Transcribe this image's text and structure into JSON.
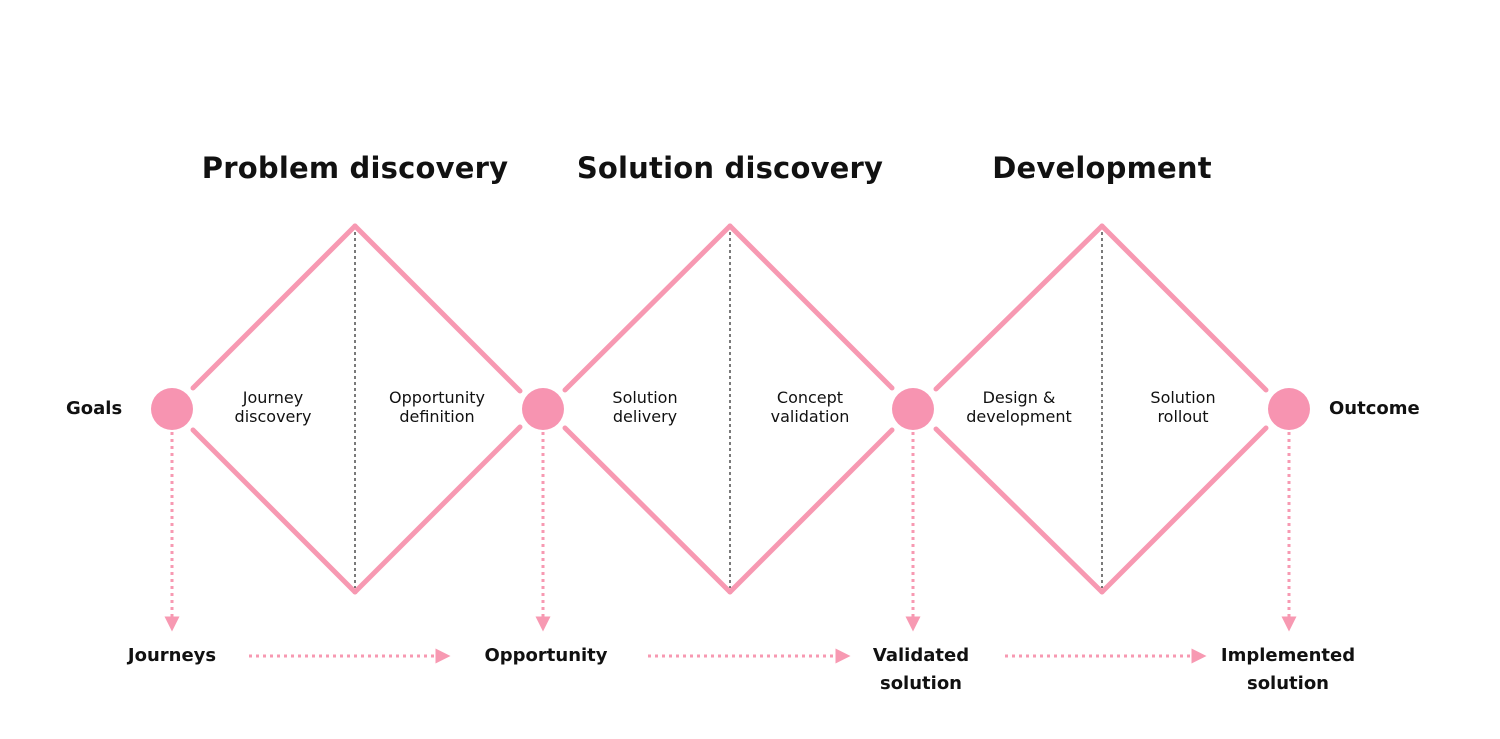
{
  "colors": {
    "accent": "#f799b2",
    "node": "#f794b1",
    "divider": "#222222",
    "text": "#111111",
    "background": "#ffffff"
  },
  "phases": [
    {
      "title": "Problem discovery",
      "left_stage": [
        "Journey",
        "discovery"
      ],
      "right_stage": [
        "Opportunity",
        "definition"
      ]
    },
    {
      "title": "Solution discovery",
      "left_stage": [
        "Solution",
        "delivery"
      ],
      "right_stage": [
        "Concept",
        "validation"
      ]
    },
    {
      "title": "Development",
      "left_stage": [
        "Design &",
        "development"
      ],
      "right_stage": [
        "Solution",
        "rollout"
      ]
    }
  ],
  "start_label": "Goals",
  "end_label": "Outcome",
  "outputs": [
    [
      "Journeys"
    ],
    [
      "Opportunity"
    ],
    [
      "Validated",
      "solution"
    ],
    [
      "Implemented",
      "solution"
    ]
  ]
}
